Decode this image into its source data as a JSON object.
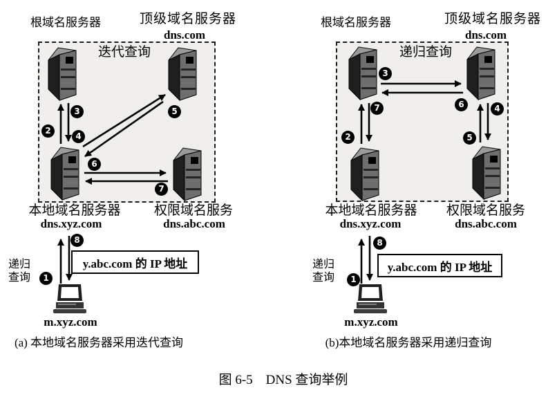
{
  "figure": {
    "caption": "图 6-5　DNS 查询举例"
  },
  "step_numbers": [
    "1",
    "2",
    "3",
    "4",
    "5",
    "6",
    "7",
    "8"
  ],
  "colors": {
    "badge_bg": "#000000",
    "badge_text": "#ffffff",
    "box_bg": "#f1efec",
    "ink": "#000000"
  },
  "panels": [
    {
      "box_title": "迭代查询",
      "root_server_label": "根域名服务器",
      "tld_server_label": "顶级域名服务器",
      "tld_server_domain": "dns.com",
      "local_server_label": "本地域名服务器",
      "local_server_domain": "dns.xyz.com",
      "auth_server_label": "权限域名服务",
      "auth_server_domain": "dns.abc.com",
      "host_label": "m.xyz.com",
      "host_query_label_line1": "递归",
      "host_query_label_line2": "查询",
      "result_text": "y.abc.com 的 IP 地址",
      "subcaption": "(a) 本地域名服务器采用迭代查询"
    },
    {
      "box_title": "递归查询",
      "root_server_label": "根域名服务器",
      "tld_server_label": "顶级域名服务器",
      "tld_server_domain": "dns.com",
      "local_server_label": "本地域名服务器",
      "local_server_domain": "dns.xyz.com",
      "auth_server_label": "权限域名服务",
      "auth_server_domain": "dns.abc.com",
      "host_label": "m.xyz.com",
      "host_query_label_line1": "递归",
      "host_query_label_line2": "查询",
      "result_text": "y.abc.com 的 IP 地址",
      "subcaption": "(b)本地域名服务器采用递归查询"
    }
  ]
}
